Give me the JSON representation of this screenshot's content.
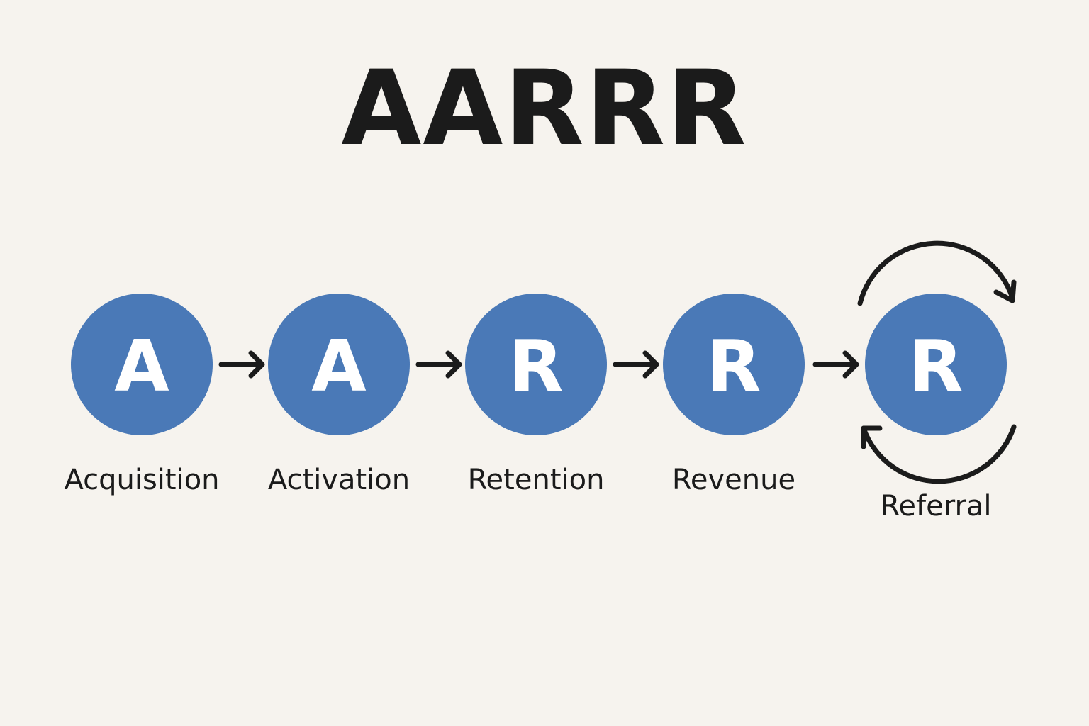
{
  "title": "AARRR",
  "colors": {
    "circle": "#4a79b7",
    "text": "#1b1b1b",
    "background": "#f6f3ee",
    "letter": "#ffffff"
  },
  "stages": [
    {
      "letter": "A",
      "label": "Acquisition"
    },
    {
      "letter": "A",
      "label": "Activation"
    },
    {
      "letter": "R",
      "label": "Retention"
    },
    {
      "letter": "R",
      "label": "Revenue"
    },
    {
      "letter": "R",
      "label": "Referral"
    }
  ],
  "connectors": [
    "arrow-right",
    "arrow-right",
    "arrow-right",
    "arrow-right"
  ],
  "loop_icon": "circular-arrows-icon"
}
